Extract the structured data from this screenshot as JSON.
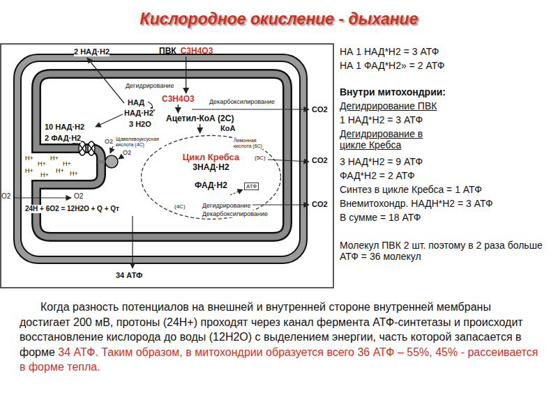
{
  "diagram": {
    "title": "Кислородное окисление - дыхание",
    "nodes": [
      {
        "text": [
          "ПВК",
          "C3H4O3"
        ]
      },
      {
        "text": [
          "C3H4O3"
        ]
      },
      {
        "text": [
          "Ацетил-КоА (2С)"
        ]
      },
      {
        "text": [
          "Цикл Кребса",
          "3НАД·Н2",
          "ФАД·Н2"
        ]
      }
    ],
    "edges": [
      {
        "from": 0,
        "to": 1,
        "arrow": "to"
      },
      {
        "from": 1,
        "to": 2,
        "arrow": "to"
      },
      {
        "from": 2,
        "to": 3,
        "arrow": "to"
      }
    ],
    "labels": [
      "2 НАД·Н2",
      "Дегидрирование",
      "НАД",
      "НАД·Н2",
      "3 Н2О",
      "Декарбоксилирование",
      "КоА",
      "Щавелевоуксусная кислота (4С)",
      "Лимонная кислота (6С)",
      "10 НАД·Н2",
      "2 ФАД·Н2",
      "О2",
      "О2",
      "CO2",
      "CO2",
      "(5С)",
      "CO2",
      "О2",
      "О2",
      "АТФ",
      "(4С)",
      "Дегидрирование",
      "Декарбоксилирование",
      "24Н + 6О2 = 12Н2О + Q + Qт",
      "34 АТФ",
      "Н+",
      "Н+",
      "Н+",
      "Н+",
      "Н+",
      "Н+",
      "Н+",
      "Н+",
      "НА 1 НАД*Н2 = 3 АТФ",
      "НА 1 ФАД*Н2» = 2 АТФ",
      "Внутри митохондрии:",
      "Дегидрирование ПВК",
      "1 НАД*Н2 = 3 АТФ",
      "Дегидрирование в цикле Кребса",
      "3 НАД*Н2 = 9 АТФ",
      "ФАД*Н2 = 2 АТФ",
      "Синтез в цикле Кребса = 1 АТФ",
      "Внемитохондр. НАДН*Н2 = 3 АТФ",
      "В сумме = 18 АТФ",
      "Молекул ПВК 2 шт. поэтому в 2 раза больше АТФ = 36 молекул",
      "Когда разность потенциалов на внешней и внутренней стороне внутренней мембраны достигает 200 мВ, протоны (24Н+) проходят через канал фермента АТФ-синтетазы и происходит восстановление кислорода до воды (12Н2О) с выделением энергии, часть которой запасается в форме",
      "34 АТФ. Таким образом, в митохондрии образуется всего 36 АТФ – 55%, 45% - рассеивается в форме тепла."
    ]
  }
}
